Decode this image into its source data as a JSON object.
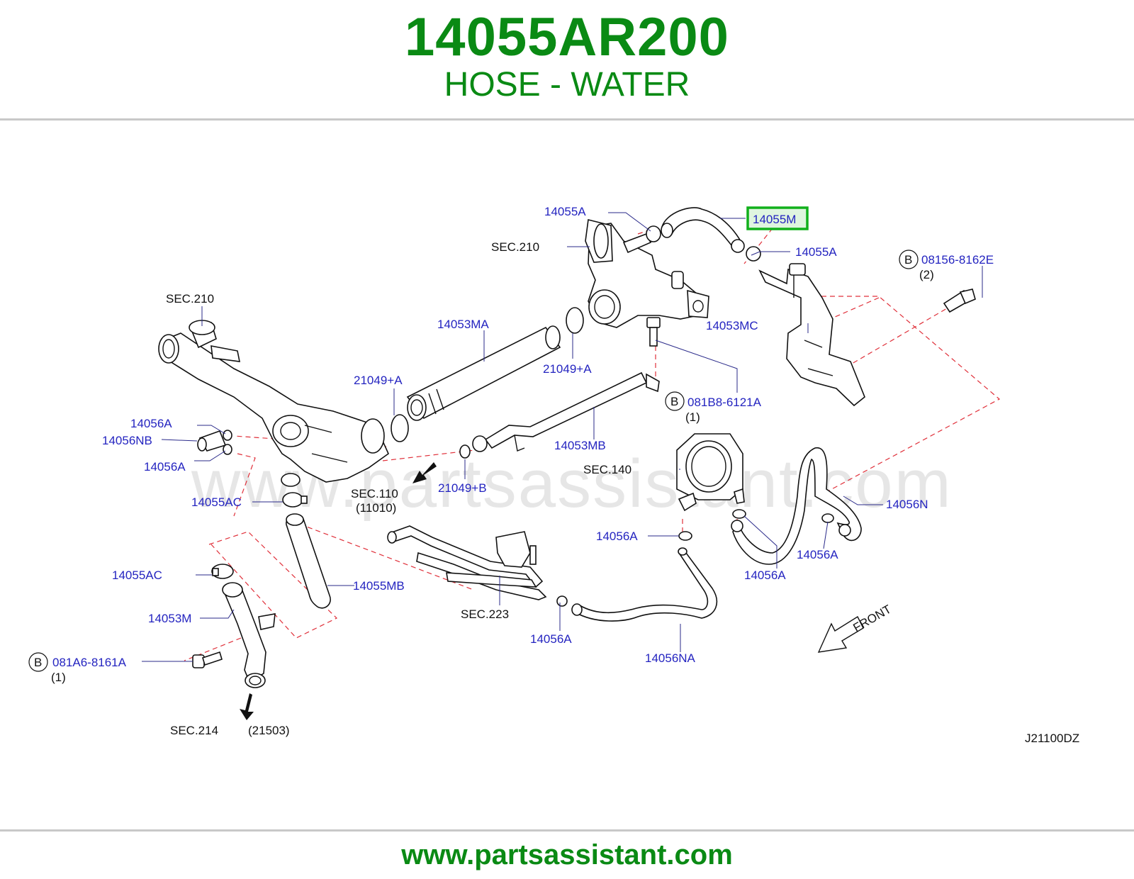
{
  "header": {
    "part_number": "14055AR200",
    "part_name": "HOSE - WATER"
  },
  "footer": {
    "url": "www.partsassistant.com"
  },
  "watermark": "www.partsassistant.com",
  "diagram": {
    "code": "J21100DZ",
    "front_label": "FRONT",
    "highlighted_part": "14055M",
    "callouts": {
      "p14055A_top": "14055A",
      "p14055M": "14055M",
      "p14055A_right": "14055A",
      "sec210_top": "SEC.210",
      "bolt_top_letter": "B",
      "bolt_top_number": "08156-8162E",
      "bolt_top_qty": "(2)",
      "sec210_left": "SEC.210",
      "p14053MA": "14053MA",
      "p14053MC": "14053MC",
      "p21049A_left": "21049+A",
      "p21049A_right": "21049+A",
      "bolt_mid_letter": "B",
      "bolt_mid_number": "081B8-6121A",
      "bolt_mid_qty": "(1)",
      "p14056A_1": "14056A",
      "p14056NB": "14056NB",
      "p14056A_2": "14056A",
      "p14053MB": "14053MB",
      "sec140": "SEC.140",
      "p21049B": "21049+B",
      "sec110": "SEC.110",
      "sec110_code": "(11010)",
      "p14055AC_1": "14055AC",
      "p14056N": "14056N",
      "p14056A_3": "14056A",
      "p14056A_4": "14056A",
      "p14056A_5": "14056A",
      "p14055AC_2": "14055AC",
      "p14055MB": "14055MB",
      "p14053M": "14053M",
      "sec223": "SEC.223",
      "p14056A_6": "14056A",
      "p14056NA": "14056NA",
      "bolt_low_letter": "B",
      "bolt_low_number": "081A6-8161A",
      "bolt_low_qty": "(1)",
      "sec214": "SEC.214",
      "sec214_code": "(21503)"
    }
  }
}
